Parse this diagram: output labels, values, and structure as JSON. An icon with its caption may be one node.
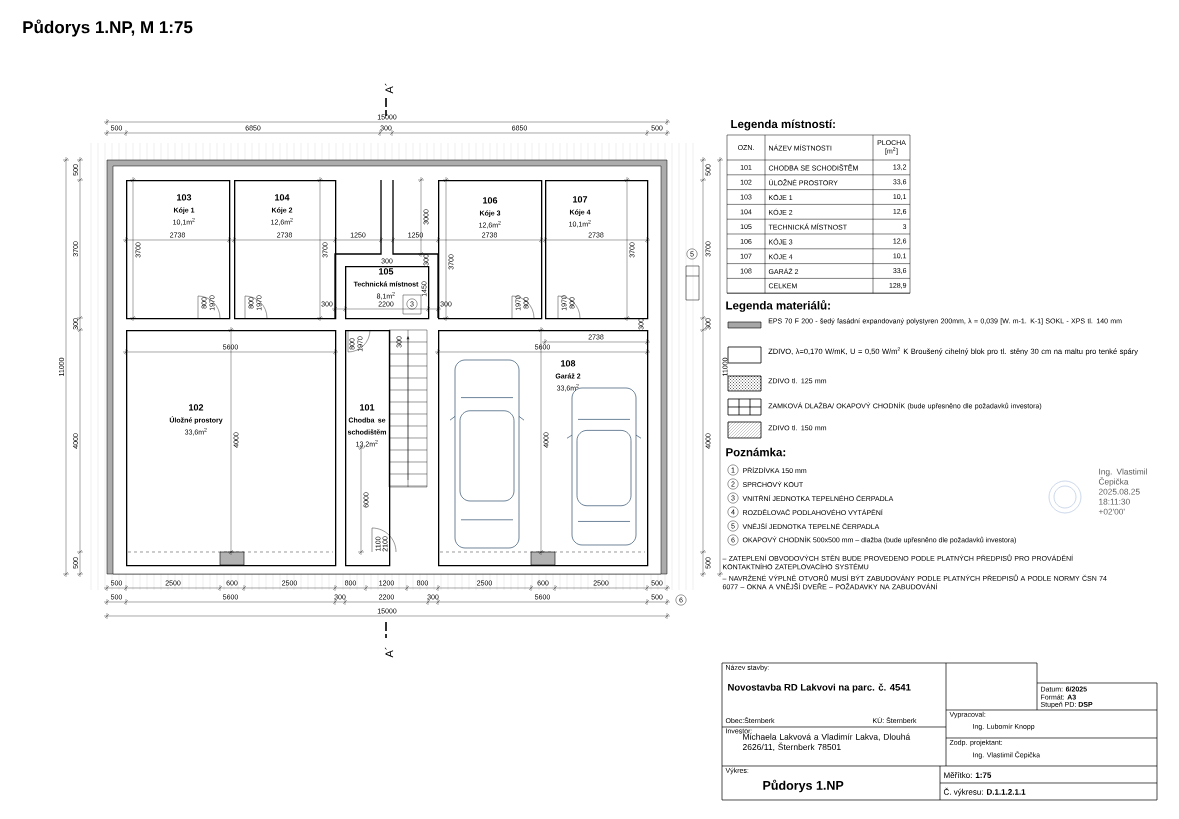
{
  "diagram": {
    "title": "Půdorys 1.NP, M 1:75",
    "nodes": [
      {
        "text": [
          "103",
          "Kóje 1",
          "10,1m$^{2}$"
        ]
      },
      {
        "text": [
          "104",
          "Kóje 2",
          "12,6m$^{2}$"
        ]
      },
      {
        "text": [
          "106",
          "Kóje 3",
          "12,6m$^{2}$"
        ]
      },
      {
        "text": [
          "107",
          "Kóje 4",
          "10,1m$^{2}$"
        ]
      },
      {
        "text": [
          "105",
          "Technická místnost",
          "8,1m$^{2}$"
        ]
      },
      {
        "text": [
          "102",
          "Úložné prostory",
          "33,6m$^{2}$"
        ]
      },
      {
        "text": [
          "101",
          "Chodba se schodištěm",
          "13,2m$^{2}$"
        ]
      },
      {
        "text": [
          "108",
          "Garáž 2",
          "33,6m$^{2}$"
        ]
      }
    ],
    "labels": [
      "A´",
      "15000",
      "500",
      "6850",
      "300",
      "6850",
      "500",
      "2738",
      "2738",
      "1250",
      "300",
      "1250",
      "2738",
      "2738",
      "3700",
      "3700",
      "3000",
      "3700",
      "3700",
      "300",
      "1450",
      "300",
      "2200",
      "300",
      "800",
      "1970",
      "800",
      "1970",
      "1970",
      "800",
      "1970",
      "800",
      "800",
      "1970",
      "300",
      "5600",
      "5600",
      "2738",
      "300",
      "4000",
      "6000",
      "4000",
      "1100",
      "2100",
      "500",
      "2500",
      "600",
      "2500",
      "800",
      "1200",
      "800",
      "2500",
      "600",
      "2500",
      "500",
      "500",
      "5600",
      "300",
      "2200",
      "300",
      "5600",
      "500",
      "15000",
      "A´",
      "500",
      "3700",
      "300",
      "4000",
      "500",
      "11000",
      "500",
      "3700",
      "300",
      "4000",
      "500",
      "11000",
      "3",
      "5",
      "6",
      "Legenda místností:",
      "OZN.",
      "NÁZEV MÍSTNOSTI",
      "PLOCHA [m$^{2}$]",
      "101",
      "CHODBA SE SCHODIŠTĚM",
      "13,2",
      "102",
      "ÚLOŽNÉ PROSTORY",
      "33,6",
      "103",
      "KÓJE 1",
      "10,1",
      "104",
      "KÓJE 2",
      "12,6",
      "105",
      "TECHNICKÁ MÍSTNOST",
      "3",
      "106",
      "KÓJE 3",
      "12,6",
      "107",
      "KÓJE 4",
      "10,1",
      "108",
      "GARÁŽ 2",
      "33,6",
      "CELKEM",
      "128,9",
      "Legenda materiálů:",
      "Poznámka:",
      "1",
      "PŘÍZDÍVKA 150 mm",
      "2",
      "SPRCHOVÝ KOUT",
      "3",
      "VNITŘNÍ JEDNOTKA TEPELNÉHO ČERPADLA",
      "4",
      "ROZDĚLOVAČ PODLAHOVÉHO VYTÁPĚNÍ",
      "5",
      "VNĚJŠÍ JEDNOTKA TEPELNÉ ČERPADLA",
      "6",
      "OKAPOVÝ CHODNÍK 500x500 mm – dlažba (bude upřesněno dle požadavků investora)",
      "– ZATEPLENÍ OBVODOVÝCH STĚN BUDE PROVEDENO PODLE PLATNÝCH PŘEDPISŮ PRO PROVÁDĚNÍ KONTAKTNÍHO ZATEPLOVACÍHO SYSTÉMU",
      "– NAVRŽENÉ VÝPLNĚ OTVORŮ MUSÍ BÝT ZABUDOVÁNY PODLE PLATNÝCH PŘEDPISŮ A PODLE NORMY ČSN 74 6077 – OKNA A VNĚJŠÍ DVEŘE – POŽADAVKY NA ZABUDOVÁNÍ",
      "Ing. Vlastimil Čepička 2025.08.25 18:11:30 +02'00'",
      "Název stavby:",
      "Novostavba RD Lakvovi na parc. č. 4541",
      "Datum: **6/2025**",
      "Formát: **A3**",
      "Stupeň PD: **DSP**",
      "Obec:Šternberk",
      "KÚ: Šternberk",
      "Vypracoval:",
      "Investor:",
      "Ing. Lubomír Knopp",
      "Michaela Lakvová a Vladimír Lakva, Dlouhá 2626/11, Šternberk 78501",
      "Zodp. projektant:",
      "Ing. Vlastimil Čepička",
      "Výkres:",
      "Půdorys 1.NP",
      "Měřítko: **1:75**",
      "Č. výkresu: **D.1.1.2.1.1**"
    ],
    "legend": [
      {
        "text": "EPS 70 F 200 - šedý fasádní expandovaný polystyren 200mm, λ = 0,039 [W. m-1. K-1] SOKL - XPS tl. 140 mm"
      },
      {
        "text": "ZDIVO, λ=0,170 W/mK, U = 0,50 W/m$^{2}$ K Broušený cihelný blok pro tl. stěny 30 cm na maltu pro tenké spáry"
      },
      {
        "text": "ZDIVO tl. 125 mm"
      },
      {
        "text": "ZAMKOVÁ DLAŽBA/ OKAPOVÝ CHODNÍK (bude upřesněno dle požadavků investora)"
      },
      {
        "text": "ZDIVO tl. 150 mm"
      }
    ]
  }
}
